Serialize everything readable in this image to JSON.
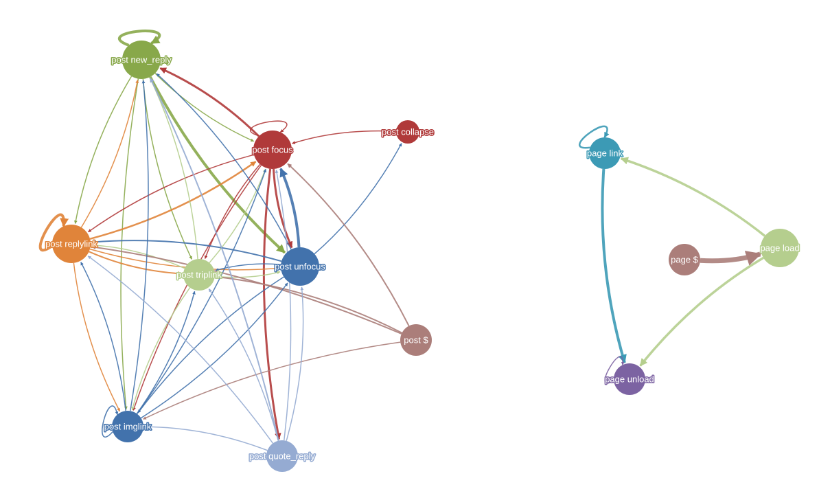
{
  "colors": {
    "olive": "#88A84A",
    "red": "#B03A3A",
    "orange": "#E0843A",
    "lightgreen": "#B5CE8E",
    "blue": "#4272AC",
    "rose": "#AB7E7A",
    "periwinkle": "#95ABD2",
    "teal": "#3C9AB5",
    "purple": "#7C63A2"
  },
  "nodes": [
    {
      "id": "new_reply",
      "label": "post new_reply",
      "color": "olive",
      "size": "large"
    },
    {
      "id": "focus",
      "label": "post focus",
      "color": "red",
      "size": "large"
    },
    {
      "id": "collapse",
      "label": "post collapse",
      "color": "red",
      "size": "small"
    },
    {
      "id": "replylink",
      "label": "post replylink",
      "color": "orange",
      "size": "large"
    },
    {
      "id": "triplink",
      "label": "post triplink",
      "color": "lightgreen",
      "size": "medium"
    },
    {
      "id": "unfocus",
      "label": "post unfocus",
      "color": "blue",
      "size": "large"
    },
    {
      "id": "dollar",
      "label": "post $",
      "color": "rose",
      "size": "medium"
    },
    {
      "id": "imglink",
      "label": "post imglink",
      "color": "blue",
      "size": "medium"
    },
    {
      "id": "quote_reply",
      "label": "post quote_reply",
      "color": "periwinkle",
      "size": "medium"
    },
    {
      "id": "page_link",
      "label": "page link",
      "color": "teal",
      "size": "medium"
    },
    {
      "id": "page_load",
      "label": "page load",
      "color": "lightgreen",
      "size": "large"
    },
    {
      "id": "page_dollar",
      "label": "page $",
      "color": "rose",
      "size": "medium"
    },
    {
      "id": "page_unload",
      "label": "page unload",
      "color": "purple",
      "size": "medium"
    }
  ],
  "edges": [
    {
      "s": "new_reply",
      "t": "new_reply",
      "c": "olive",
      "w": 4
    },
    {
      "s": "new_reply",
      "t": "focus",
      "c": "olive",
      "w": 1.5
    },
    {
      "s": "new_reply",
      "t": "unfocus",
      "c": "olive",
      "w": 4
    },
    {
      "s": "new_reply",
      "t": "replylink",
      "c": "olive",
      "w": 1.5
    },
    {
      "s": "new_reply",
      "t": "triplink",
      "c": "olive",
      "w": 1.5
    },
    {
      "s": "new_reply",
      "t": "imglink",
      "c": "olive",
      "w": 1.5
    },
    {
      "s": "focus",
      "t": "focus",
      "c": "red",
      "w": 1.5
    },
    {
      "s": "focus",
      "t": "new_reply",
      "c": "red",
      "w": 3
    },
    {
      "s": "focus",
      "t": "unfocus",
      "c": "red",
      "w": 3
    },
    {
      "s": "focus",
      "t": "replylink",
      "c": "red",
      "w": 1.5
    },
    {
      "s": "focus",
      "t": "triplink",
      "c": "red",
      "w": 1.5
    },
    {
      "s": "focus",
      "t": "imglink",
      "c": "red",
      "w": 1.5
    },
    {
      "s": "focus",
      "t": "quote_reply",
      "c": "red",
      "w": 3
    },
    {
      "s": "collapse",
      "t": "focus",
      "c": "red",
      "w": 1.5
    },
    {
      "s": "replylink",
      "t": "replylink",
      "c": "orange",
      "w": 4
    },
    {
      "s": "replylink",
      "t": "new_reply",
      "c": "orange",
      "w": 1.5
    },
    {
      "s": "replylink",
      "t": "focus",
      "c": "orange",
      "w": 2.5
    },
    {
      "s": "replylink",
      "t": "unfocus",
      "c": "orange",
      "w": 1.5
    },
    {
      "s": "replylink",
      "t": "triplink",
      "c": "orange",
      "w": 2
    },
    {
      "s": "replylink",
      "t": "imglink",
      "c": "orange",
      "w": 1.5
    },
    {
      "s": "triplink",
      "t": "new_reply",
      "c": "lightgreen",
      "w": 1.5
    },
    {
      "s": "triplink",
      "t": "focus",
      "c": "lightgreen",
      "w": 1.5
    },
    {
      "s": "triplink",
      "t": "unfocus",
      "c": "lightgreen",
      "w": 1.5
    },
    {
      "s": "triplink",
      "t": "replylink",
      "c": "lightgreen",
      "w": 1.5
    },
    {
      "s": "triplink",
      "t": "imglink",
      "c": "lightgreen",
      "w": 1.5
    },
    {
      "s": "unfocus",
      "t": "focus",
      "c": "blue",
      "w": 4
    },
    {
      "s": "unfocus",
      "t": "new_reply",
      "c": "blue",
      "w": 1.5
    },
    {
      "s": "unfocus",
      "t": "collapse",
      "c": "blue",
      "w": 1.5
    },
    {
      "s": "unfocus",
      "t": "replylink",
      "c": "blue",
      "w": 2
    },
    {
      "s": "unfocus",
      "t": "triplink",
      "c": "blue",
      "w": 1.5
    },
    {
      "s": "unfocus",
      "t": "imglink",
      "c": "blue",
      "w": 1.5
    },
    {
      "s": "dollar",
      "t": "focus",
      "c": "rose",
      "w": 2
    },
    {
      "s": "dollar",
      "t": "replylink",
      "c": "rose",
      "w": 2
    },
    {
      "s": "dollar",
      "t": "triplink",
      "c": "rose",
      "w": 2
    },
    {
      "s": "dollar",
      "t": "imglink",
      "c": "rose",
      "w": 1.5
    },
    {
      "s": "imglink",
      "t": "imglink",
      "c": "blue",
      "w": 1.5
    },
    {
      "s": "imglink",
      "t": "new_reply",
      "c": "blue",
      "w": 1.5
    },
    {
      "s": "imglink",
      "t": "focus",
      "c": "blue",
      "w": 1.5
    },
    {
      "s": "imglink",
      "t": "replylink",
      "c": "blue",
      "w": 1.5
    },
    {
      "s": "imglink",
      "t": "triplink",
      "c": "blue",
      "w": 1.5
    },
    {
      "s": "imglink",
      "t": "unfocus",
      "c": "blue",
      "w": 1.5
    },
    {
      "s": "quote_reply",
      "t": "new_reply",
      "c": "periwinkle",
      "w": 2
    },
    {
      "s": "quote_reply",
      "t": "focus",
      "c": "periwinkle",
      "w": 1.5
    },
    {
      "s": "quote_reply",
      "t": "unfocus",
      "c": "periwinkle",
      "w": 1.5
    },
    {
      "s": "quote_reply",
      "t": "replylink",
      "c": "periwinkle",
      "w": 1.5
    },
    {
      "s": "quote_reply",
      "t": "triplink",
      "c": "periwinkle",
      "w": 1.5
    },
    {
      "s": "quote_reply",
      "t": "imglink",
      "c": "periwinkle",
      "w": 1.5
    },
    {
      "s": "page_link",
      "t": "page_link",
      "c": "teal",
      "w": 2.5
    },
    {
      "s": "page_link",
      "t": "page_unload",
      "c": "teal",
      "w": 4
    },
    {
      "s": "page_load",
      "t": "page_link",
      "c": "lightgreen",
      "w": 3.5
    },
    {
      "s": "page_load",
      "t": "page_unload",
      "c": "lightgreen",
      "w": 3.5
    },
    {
      "s": "page_dollar",
      "t": "page_load",
      "c": "rose",
      "w": 7
    },
    {
      "s": "page_unload",
      "t": "page_unload",
      "c": "purple",
      "w": 1.5
    }
  ]
}
